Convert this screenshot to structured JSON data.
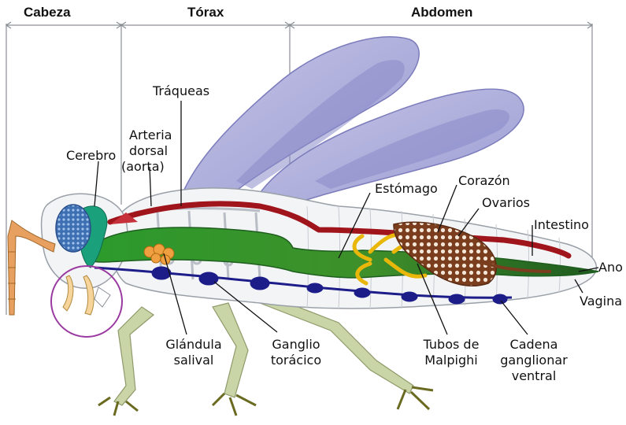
{
  "sections": {
    "head": "Cabeza",
    "thorax": "Tórax",
    "abdomen": "Abdomen"
  },
  "labels": {
    "traqueas": "Tráqueas",
    "arteria_1": "Arteria",
    "arteria_2": "dorsal",
    "arteria_3": "(aorta)",
    "cerebro": "Cerebro",
    "estomago": "Estómago",
    "corazon": "Corazón",
    "ovarios": "Ovarios",
    "intestino": "Intestino",
    "ano": "Ano",
    "vagina": "Vagina",
    "glandula_1": "Glándula",
    "glandula_2": "salival",
    "ganglio_1": "Ganglio",
    "ganglio_2": "torácico",
    "tubos_1": "Tubos de",
    "tubos_2": "Malpighi",
    "cadena_1": "Cadena",
    "cadena_2": "ganglionar",
    "cadena_3": "ventral"
  },
  "colors": {
    "wing": "#a9a9d9",
    "wing_dark": "#8383c4",
    "body_outline": "#9aa0a8",
    "aorta": "#a0141c",
    "gut": "#2e8b2e",
    "nerve": "#1d1d8a",
    "malpighi": "#f2d21a",
    "ovary": "#8a4a2a",
    "eye": "#4a7bbd",
    "brain": "#1aa07a",
    "leg": "#c9d5a7",
    "antenna": "#e8a060",
    "circle": "#9a3aa0"
  }
}
